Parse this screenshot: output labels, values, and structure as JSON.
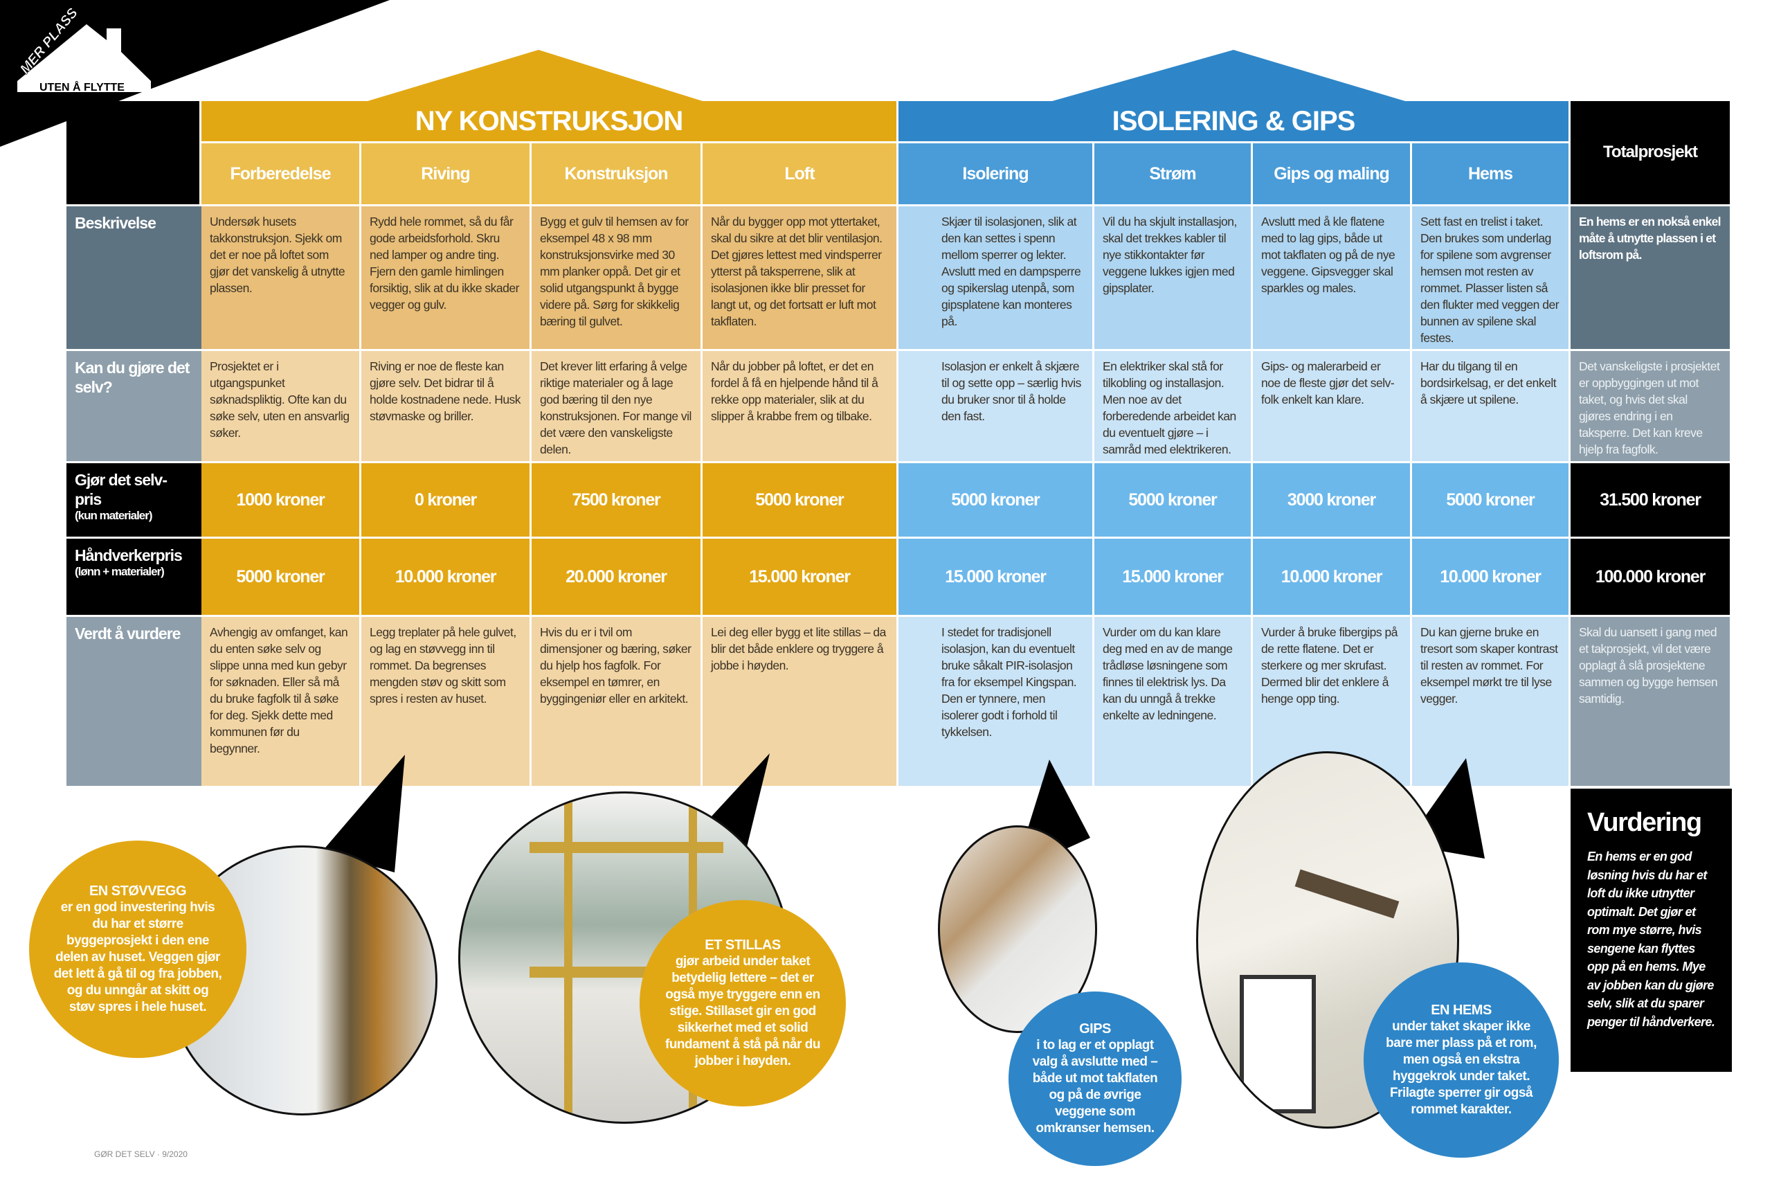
{
  "badge": {
    "line1": "MER PLASS",
    "line2": "UTEN Å FLYTTE"
  },
  "groups": [
    {
      "title": "NY KONSTRUKSJON",
      "color": "#E2A814"
    },
    {
      "title": "ISOLERING & GIPS",
      "color": "#2E86C8"
    }
  ],
  "columns": [
    "Forberedelse",
    "Riving",
    "Konstruksjon",
    "Loft",
    "Isolering",
    "Strøm",
    "Gips og maling",
    "Hems"
  ],
  "total_header": "Totalprosjekt",
  "rows": [
    {
      "label": "Beskrivelse",
      "sub": "",
      "cells": [
        "Undersøk husets takkonstruksjon. Sjekk om det er noe på loftet som gjør det vanskelig å utnytte plassen.",
        "Rydd hele rommet, så du får gode arbeidsforhold. Skru ned lamper og andre ting. Fjern den gamle himlingen forsiktig, slik at du ikke skader vegger og gulv.",
        "Bygg et gulv til hemsen av for eksempel 48 x 98 mm konstruksjonsvirke med 30 mm planker oppå. Det gir et solid utgangspunkt å bygge videre på. Sørg for skikkelig bæring til gulvet.",
        "Når du bygger opp mot yttertaket, skal du sikre at det blir ventilasjon. Det gjøres lettest med vindsperrer ytterst på taksperrene, slik at isolasjonen ikke blir presset for langt ut, og det fortsatt er luft mot takflaten.",
        "Skjær til isolasjonen, slik at den kan settes i spenn mellom sperrer og lekter. Avslutt med en dampsperre og spikerslag utenpå, som gipsplatene kan monteres på.",
        "Vil du ha skjult installasjon, skal det trekkes kabler til nye stikkontakter før veggene lukkes igjen med gipsplater.",
        "Avslutt med å kle flatene med to lag gips, både ut mot takflaten og på de nye veggene. Gipsvegger skal sparkles og males.",
        "Sett fast en trelist i taket. Den brukes som underlag for spilene som avgrenser hemsen mot resten av rommet. Plasser listen så den flukter med veggen der bunnen av spilene skal festes."
      ],
      "total": "En hems er en nokså enkel måte å utnytte plassen i et loftsrom på."
    },
    {
      "label": "Kan du gjøre det selv?",
      "sub": "",
      "cells": [
        "Prosjektet er i utgangspunket søknadspliktig. Ofte kan du søke selv, uten en ansvarlig søker.",
        "Riving er noe de fleste kan gjøre selv. Det bidrar til å holde kostnadene nede. Husk støvmaske og briller.",
        "Det krever litt erfaring å velge riktige materialer og å lage god bæring til den nye konstruksjonen. For mange vil det være den vanskeligste delen.",
        "Når du jobber på loftet, er det en fordel å få en hjelpende hånd til å rekke opp materialer, slik at du slipper å krabbe frem og tilbake.",
        "Isolasjon er enkelt å skjære til og sette opp – særlig hvis du bruker snor til å holde den fast.",
        "En elektriker skal stå for tilkobling og installasjon. Men noe av det forberedende arbeidet kan du eventuelt gjøre – i samråd med elektrikeren.",
        "Gips- og malerarbeid er noe de fleste gjør det selv-folk enkelt kan klare.",
        "Har du tilgang til en bordsirkelsag, er det enkelt å skjære ut spilene."
      ],
      "total": "Det vanskeligste i prosjektet er oppbyggingen ut mot taket, og hvis det skal gjøres endring i en taksperre. Det kan kreve hjelp fra fagfolk."
    },
    {
      "label": "Gjør det selv-pris",
      "sub": "(kun materialer)",
      "cells": [
        "1000 kroner",
        "0 kroner",
        "7500 kroner",
        "5000 kroner",
        "5000 kroner",
        "5000 kroner",
        "3000 kroner",
        "5000 kroner"
      ],
      "total": "31.500 kroner"
    },
    {
      "label": "Håndverkerpris",
      "sub": "(lønn + materialer)",
      "cells": [
        "5000 kroner",
        "10.000 kroner",
        "20.000 kroner",
        "15.000 kroner",
        "15.000 kroner",
        "15.000 kroner",
        "10.000 kroner",
        "10.000 kroner"
      ],
      "total": "100.000 kroner"
    },
    {
      "label": "Verdt å vurdere",
      "sub": "",
      "cells": [
        "Avhengig av omfanget, kan du enten søke selv og slippe unna med kun gebyr for søknaden. Eller så må du bruke fagfolk til å søke for deg. Sjekk dette med kommunen før du begynner.",
        "Legg treplater på hele gulvet, og lag en støvvegg inn til rommet. Da begrenses mengden støv og skitt som spres i resten av huset.",
        "Hvis du er i tvil om dimensjoner og bæring, søker du hjelp hos fagfolk. For eksempel en tømrer, en byggingeniør eller en arkitekt.",
        "Lei deg eller bygg et lite stillas – da blir det både enklere og tryggere å jobbe i høyden.",
        "I stedet for tradisjonell isolasjon, kan du eventuelt bruke såkalt PIR-isolasjon fra for eksempel Kingspan. Den er tynnere, men isolerer godt i forhold til tykkelsen.",
        "Vurder om du kan klare deg med en av de mange trådløse løsningene som finnes til elektrisk lys. Da kan du unngå å trekke enkelte av ledningene.",
        "Vurder å bruke fibergips på de rette flatene. Det er sterkere og mer skrufast. Dermed blir det enklere å henge opp ting.",
        "Du kan gjerne bruke en tresort som skaper kontrast til resten av rommet. For eksempel mørkt tre til lyse vegger."
      ],
      "total": "Skal du uansett i gang med et takprosjekt, vil det være opplagt å slå prosjektene sammen og bygge hemsen samtidig."
    }
  ],
  "bubbles": [
    {
      "title": "EN STØVVEGG",
      "text": "er en god investering hvis du har et større byggeprosjekt i den ene delen av huset. Veggen gjør det lett å gå til og fra jobben, og du unngår at skitt og støv spres i hele huset."
    },
    {
      "title": "ET STILLAS",
      "text": "gjør arbeid under taket betydelig lettere – det er også mye tryggere enn en stige. Stillaset gir en god sikkerhet med et solid fundament å stå på når du jobber i høyden."
    },
    {
      "title": "GIPS",
      "text": "i to lag er et opplagt valg å avslutte med – både ut mot takflaten og på de øvrige veggene som omkranser hemsen."
    },
    {
      "title": "EN HEMS",
      "text": "under taket skaper ikke bare mer plass på et rom, men også en ekstra hyggekrok under taket. Frilagte sperrer gir også rommet karakter."
    }
  ],
  "verdict": {
    "title": "Vurdering",
    "text": "En hems er en god løsning hvis du har et loft du ikke utnytter optimalt. Det gjør et rom mye større, hvis sengene kan flyttes opp på en hems. Mye av jobben kan du gjøre selv, slik at du sparer penger til håndverkere."
  },
  "footer": "GØR DET SELV · 9/2020"
}
